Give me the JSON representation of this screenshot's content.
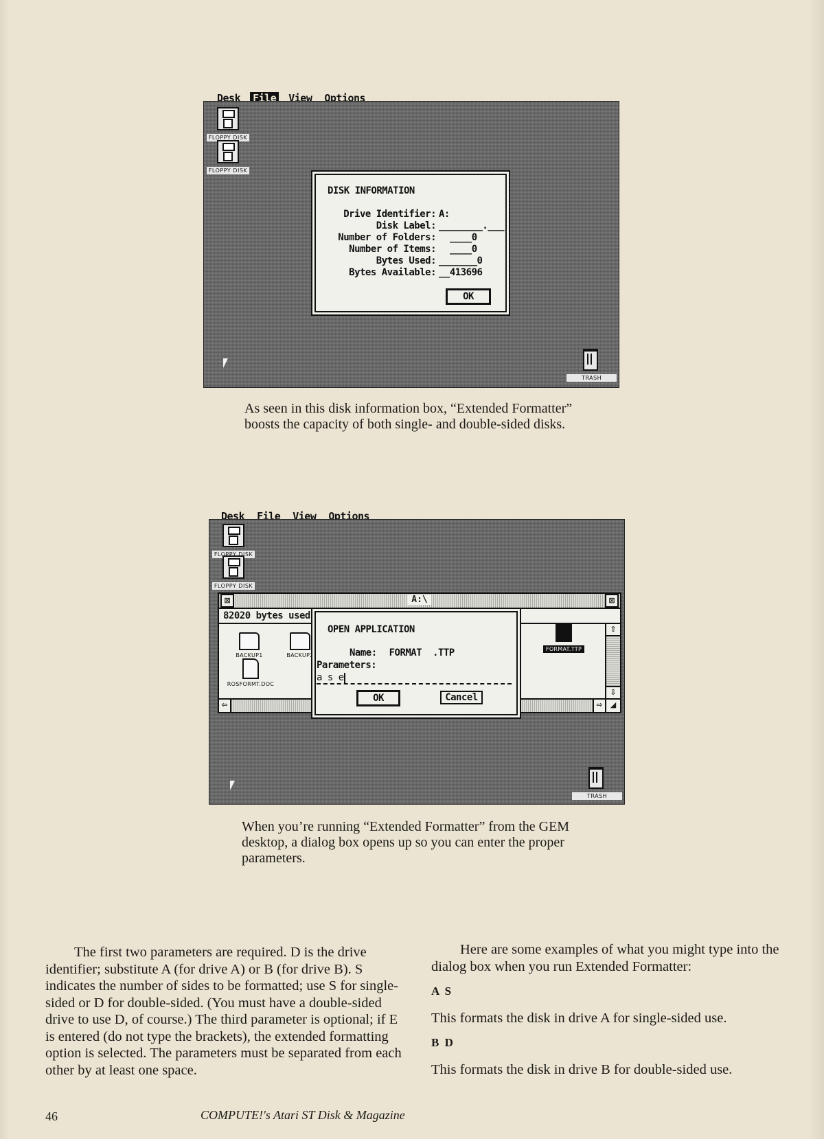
{
  "screen1": {
    "menu": [
      {
        "label": "Desk",
        "active": false
      },
      {
        "label": "File",
        "active": true
      },
      {
        "label": "View",
        "active": false
      },
      {
        "label": "Options",
        "active": false
      }
    ],
    "icons": [
      "FLOPPY DISK",
      "FLOPPY DISK"
    ],
    "trash_label": "TRASH",
    "dialog": {
      "title": "DISK INFORMATION",
      "rows": [
        {
          "label": "Drive Identifier:",
          "value": "A:"
        },
        {
          "label": "Disk Label:",
          "value": "________.___"
        },
        {
          "label": "Number of Folders:",
          "value": "____0"
        },
        {
          "label": "Number of Items:",
          "value": "____0"
        },
        {
          "label": "Bytes Used:",
          "value": "_______0"
        },
        {
          "label": "Bytes Available:",
          "value": "__413696"
        }
      ],
      "ok_label": "OK"
    }
  },
  "caption1": "As seen in this disk information box, “Extended Formatter” boosts the capacity of both single- and double-sided disks.",
  "screen2": {
    "menu": [
      {
        "label": "Desk",
        "active": false
      },
      {
        "label": "File",
        "active": false
      },
      {
        "label": "View",
        "active": false
      },
      {
        "label": "Options",
        "active": false
      }
    ],
    "icons": [
      "FLOPPY DISK",
      "FLOPPY DISK"
    ],
    "trash_label": "TRASH",
    "window": {
      "title": "A:\\",
      "info": "82020 bytes used",
      "files": [
        {
          "name": "BACKUP1",
          "kind": "folder"
        },
        {
          "name": "BACKUP2",
          "kind": "folder"
        },
        {
          "name": "ROSFORMT.DOC",
          "kind": "doc"
        },
        {
          "name": "FORMAT.TTP",
          "kind": "app"
        }
      ]
    },
    "dialog": {
      "title": "OPEN APPLICATION",
      "name_label": "Name:",
      "name_value": "FORMAT  .TTP",
      "params_label": "Parameters:",
      "params_value": "a s e",
      "ok_label": "OK",
      "cancel_label": "Cancel"
    }
  },
  "caption2": "When you’re running “Extended Formatter” from the GEM desktop, a dialog box opens up so you can enter the proper parameters.",
  "left_column": "The first two parameters are required. D is the drive identifier; substitute A (for drive A) or B (for drive B). S indicates the number of sides to be formatted; use S for single-sided or D for double-sided. (You must have a double-sided drive to use D, of course.) The third parameter is optional; if E is entered (do not type the brackets), the extended formatting option is selected. The parameters must be separated from each other by at least one space.",
  "right_column": {
    "intro": "Here are some examples of what you might type into the dialog box when you run Extended Formatter:",
    "examples": [
      {
        "input": "A S",
        "description": "This formats the disk in drive A for single-sided use."
      },
      {
        "input": "B D",
        "description": "This formats the disk in drive B for double-sided use."
      }
    ]
  },
  "footer": {
    "page_number": "46",
    "publication": "COMPUTE!'s Atari ST Disk & Magazine"
  }
}
